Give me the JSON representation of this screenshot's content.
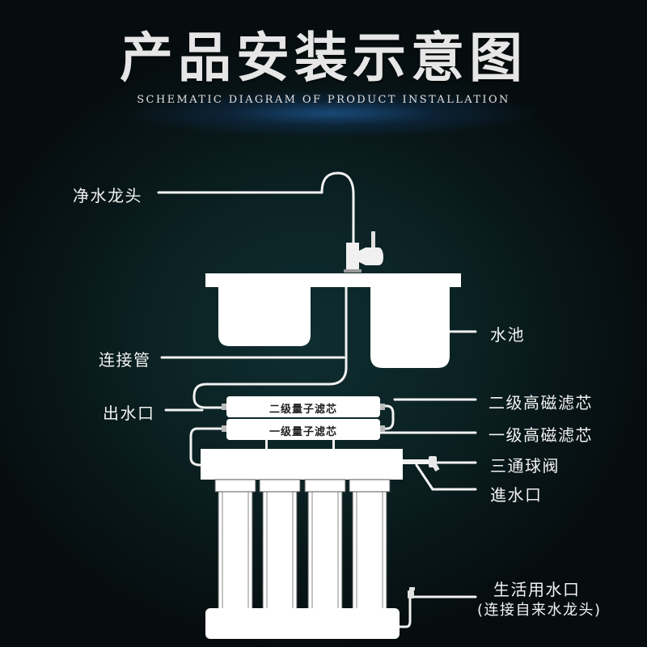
{
  "header": {
    "title": "产品安装示意图",
    "subtitle": "SCHEMATIC DIAGRAM OF PRODUCT INSTALLATION"
  },
  "labels": {
    "faucet": "净水龙头",
    "sink": "水池",
    "connecting_pipe": "连接管",
    "outlet": "出水口",
    "secondary_magnetic_filter": "二级高磁滤芯",
    "primary_magnetic_filter": "一级高磁滤芯",
    "three_way_valve": "三通球阀",
    "inlet": "進水口",
    "domestic_outlet": "生活用水口",
    "domestic_outlet_note": "(连接自来水龙头)"
  },
  "filters": {
    "secondary_quantum": "二级量子滤芯",
    "primary_quantum": "一级量子滤芯"
  },
  "colors": {
    "background": "#0b2224",
    "line": "#f2f2f2",
    "component_fill": "#ffffff",
    "title_glow": "#1e5a96"
  }
}
